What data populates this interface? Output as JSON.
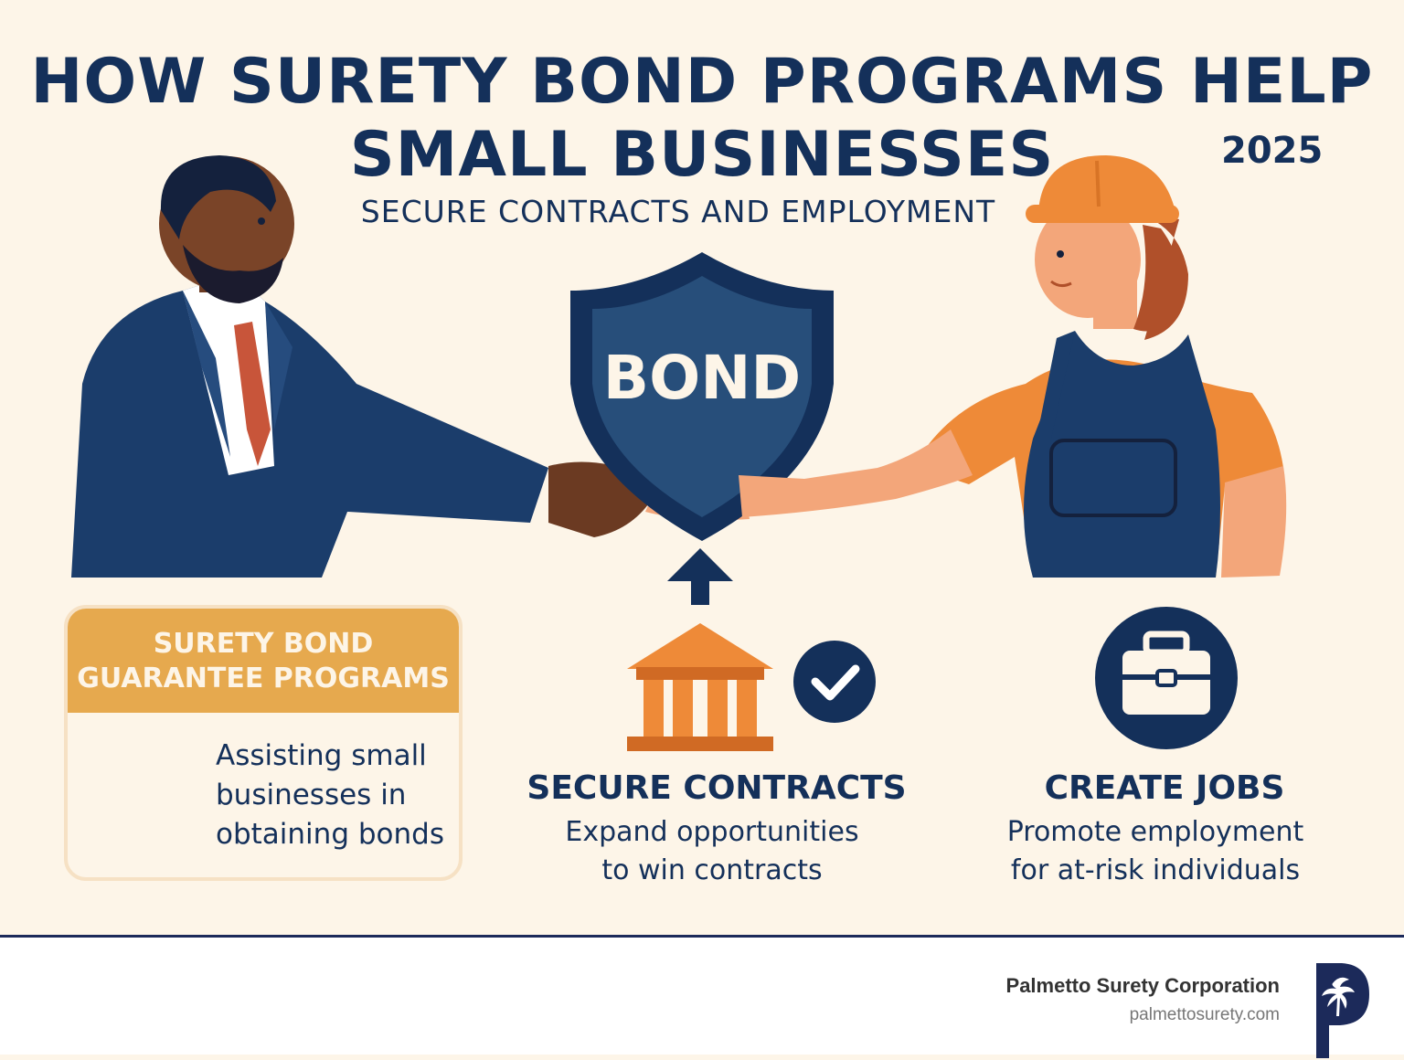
{
  "title": {
    "line1": "HOW SURETY BOND PROGRAMS HELP",
    "line2": "SMALL BUSINESSES",
    "year": "2025",
    "subtitle": "SECURE CONTRACTS AND EMPLOYMENT"
  },
  "shield": {
    "label": "BOND"
  },
  "program_card": {
    "header_line1": "SURETY BOND",
    "header_line2": "GUARANTEE PROGRAMS",
    "text_line1": "Assisting small",
    "text_line2": "businesses in",
    "text_line3": "obtaining bonds"
  },
  "contracts": {
    "title": "SECURE CONTRACTS",
    "desc_line1": "Expand opportunities",
    "desc_line2": "to win contracts"
  },
  "jobs": {
    "title": "CREATE JOBS",
    "desc_line1": "Promote employment",
    "desc_line2": "for at-risk individuals"
  },
  "footer": {
    "company": "Palmetto Surety Corporation",
    "website": "palmettosurety.com"
  },
  "colors": {
    "background": "#fdf5e8",
    "navy": "#14305a",
    "orange": "#ee8a38",
    "gold": "#e6a94e",
    "shield_blue": "#274e7a"
  },
  "icons": [
    "shield-icon",
    "bank-building-icon",
    "checkmark-icon",
    "briefcase-icon",
    "up-arrow-icon",
    "palmetto-logo-icon"
  ]
}
